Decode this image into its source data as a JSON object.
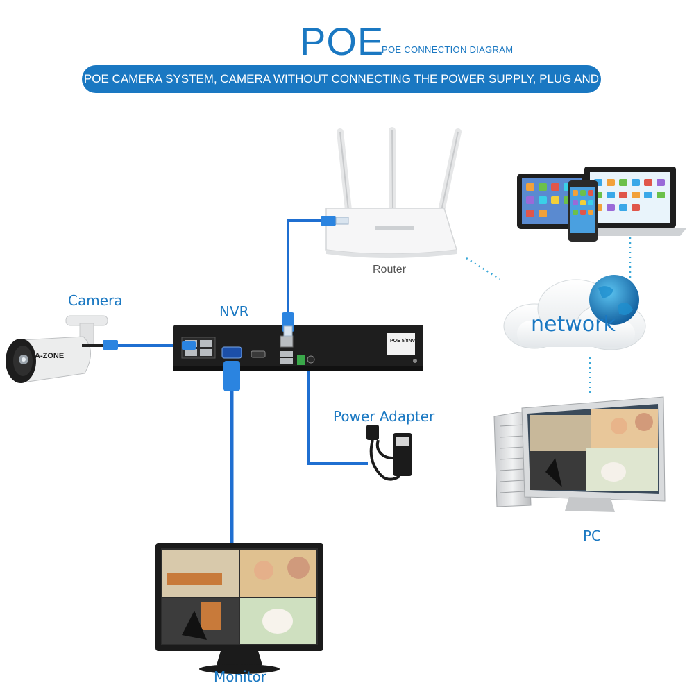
{
  "header": {
    "title": "POE",
    "subtitle": "POE CONNECTION DIAGRAM",
    "banner": "POE CAMERA SYSTEM, CAMERA WITHOUT CONNECTING THE POWER SUPPLY, PLUG AND PLAY"
  },
  "devices": {
    "camera": "Camera",
    "camera_brand": "A-ZONE",
    "nvr": "NVR",
    "nvr_badge": "POE 5/8NVR",
    "router": "Router",
    "power_adapter": "Power Adapter",
    "network": "network",
    "pc": "PC",
    "monitor": "Monitor"
  },
  "colors": {
    "accent": "#1a78c2",
    "cable": "#1f6fd1",
    "device_dark": "#1c1c1c",
    "label_grey": "#555555"
  }
}
